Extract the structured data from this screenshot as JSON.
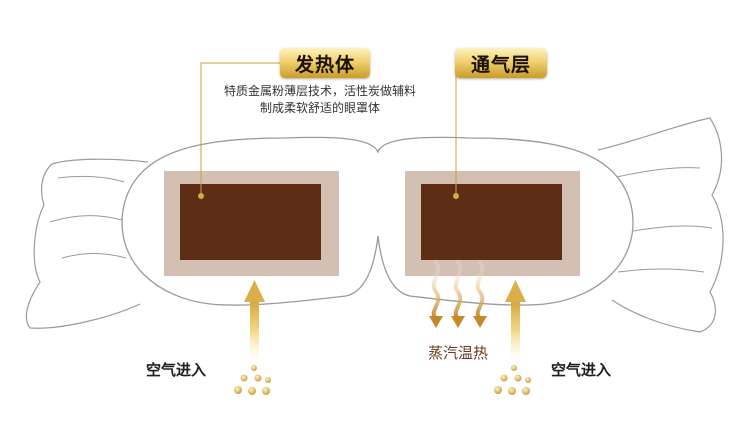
{
  "labels": {
    "heating_layer": "发热体",
    "ventilation_layer": "通气层",
    "description_line1": "特质金属粉薄层技术，活性炭做辅料",
    "description_line2": "制成柔软舒适的眼罩体",
    "air_in_left": "空气进入",
    "air_in_right": "空气进入",
    "steam_heat": "蒸汽温热"
  },
  "colors": {
    "pad_outer": "#d4bfb3",
    "pad_inner": "#5e2d16",
    "gold": "#c9a03a",
    "mask_outline": "#9a9a9a",
    "steam": "#d8a64a"
  },
  "icons": [
    "up-arrow-icon",
    "steam-wave-icon",
    "particle-dots-icon"
  ]
}
